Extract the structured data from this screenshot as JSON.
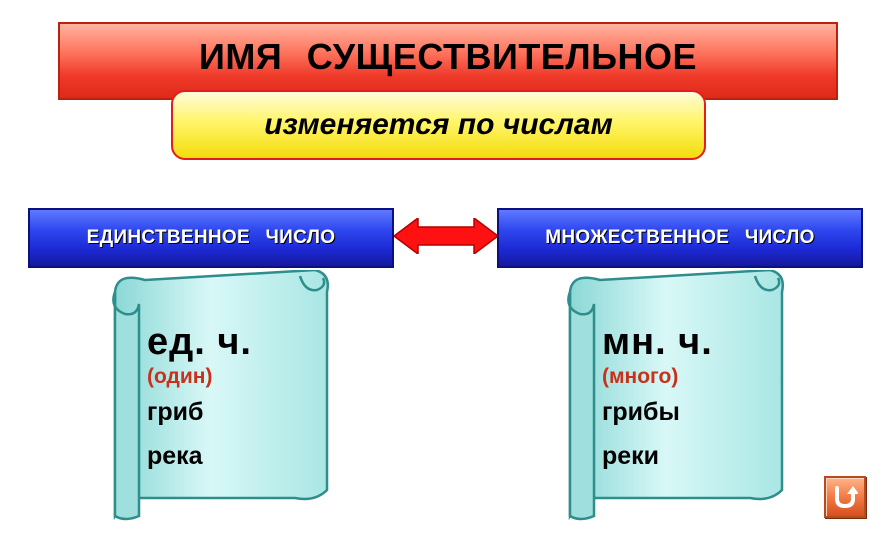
{
  "title": "ИМЯ СУЩЕСТВИТЕЛЬНОЕ",
  "subtitle": "изменяется по числам",
  "singular": {
    "box_label": "ЕДИНСТВЕННОЕ ЧИСЛО",
    "abbr": "ед. ч.",
    "note": "(один)",
    "examples": [
      "гриб",
      "река"
    ]
  },
  "plural": {
    "box_label": "МНОЖЕСТВЕННОЕ ЧИСЛО",
    "abbr": "мн. ч.",
    "note": "(много)",
    "examples": [
      "грибы",
      "реки"
    ]
  },
  "icons": {
    "arrow": "double-arrow-icon",
    "back": "return-arrow-icon"
  },
  "colors": {
    "title_red": "#e02918",
    "subtitle_yellow": "#fff56a",
    "box_blue": "#1c29d4",
    "arrow_red": "#ff1111",
    "scroll_cyan": "#bff0ef",
    "note_red": "#c8321a",
    "button_orange": "#f27a45"
  }
}
